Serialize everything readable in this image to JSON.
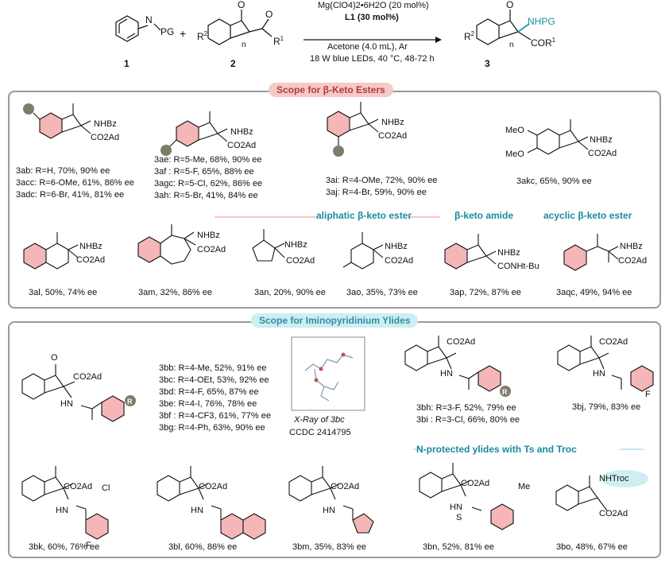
{
  "reaction": {
    "reactant1_label": "1",
    "reactant2_label": "2",
    "product_label": "3",
    "plus": "+",
    "cond_catalyst": "Mg(ClO4)2•6H2O (20 mol%)",
    "cond_ligand": "L1 (30 mol%)",
    "cond_solvent": "Acetone (4.0 mL), Ar",
    "cond_light": "18 W blue LEDs, 40 °C, 48-72 h",
    "r1_N": "N",
    "r1_PG": "PG",
    "r2_R2": "R",
    "r2_R1": "R",
    "r2_n": "n",
    "p_NHPG": "NHPG",
    "p_COR1": "COR",
    "p_R2": "R",
    "p_n": "n",
    "O": "O"
  },
  "panel1": {
    "title": "Scope for β-Keto Esters",
    "sub1": "aliphatic β-keto ester",
    "sub2": "β-keto amide",
    "sub3": "acyclic β-keto ester",
    "sub_NHBz": "NHBz",
    "sub_CO2Ad": "CO2Ad",
    "sub_R": "R",
    "sub_MeO": "MeO",
    "sub_CONHtBu": "CONHt-Bu",
    "group1": [
      "3ab: R=H, 70%, 90% ee",
      "3acc: R=6-OMe, 61%, 86% ee",
      "3adc: R=6-Br, 41%, 81% ee"
    ],
    "group2": [
      "3ae: R=5-Me, 68%, 90% ee",
      "3af : R=5-F, 65%, 88% ee",
      "3agc: R=5-Cl, 62%, 86% ee",
      "3ah: R=5-Br, 41%, 84% ee"
    ],
    "group3": [
      "3ai: R=4-OMe, 72%, 90% ee",
      "3aj: R=4-Br, 59%, 90% ee"
    ],
    "c_3ak": "3akc, 65%, 90% ee",
    "c_3al": "3al, 50%, 74% ee",
    "c_3am": "3am, 32%, 86% ee",
    "c_3an": "3an, 20%, 90% ee",
    "c_3ao": "3ao, 35%, 73% ee",
    "c_3ap": "3ap, 72%, 87% ee",
    "c_3aq": "3aqc, 49%, 94% ee"
  },
  "panel2": {
    "title": "Scope for  Iminopyridinium Ylides",
    "sub_ts": "N-protected ylides with Ts and Troc",
    "sub_O": "O",
    "sub_CO2Ad": "CO2Ad",
    "sub_HN": "HN",
    "sub_R": "R",
    "sub_F": "F",
    "sub_Cl": "Cl",
    "sub_Me": "Me",
    "sub_S": "S",
    "sub_NHTroc": "NHTroc",
    "list_b": [
      "3bb: R=4-Me, 52%, 91% ee",
      "3bc: R=4-OEt, 53%, 92% ee",
      "3bd: R=4-F, 65%, 87% ee",
      "3be: R=4-I, 76%, 78% ee",
      "3bf : R=4-CF3, 61%, 77% ee",
      "3bg: R=4-Ph, 63%, 90% ee"
    ],
    "xray_line1": "X-Ray of 3bc",
    "xray_line2": "CCDC 2414795",
    "list_h": [
      "3bh: R=3-F, 52%, 79% ee",
      "3bi : R=3-Cl, 66%, 80% ee"
    ],
    "c_3bj": "3bj, 79%, 83% ee",
    "c_3bk": "3bk, 60%, 76% ee",
    "c_3bl": "3bl, 60%, 86% ee",
    "c_3bm": "3bm, 35%, 83% ee",
    "c_3bn": "3bn, 52%, 81% ee",
    "c_3bo": "3bo, 48%, 67% ee"
  },
  "colors": {
    "ring_highlight": "#f4b6b6",
    "r_circle": "#7d7d6a",
    "accent_blue": "#1b8aa0",
    "panel_border": "#9a9a9a"
  }
}
